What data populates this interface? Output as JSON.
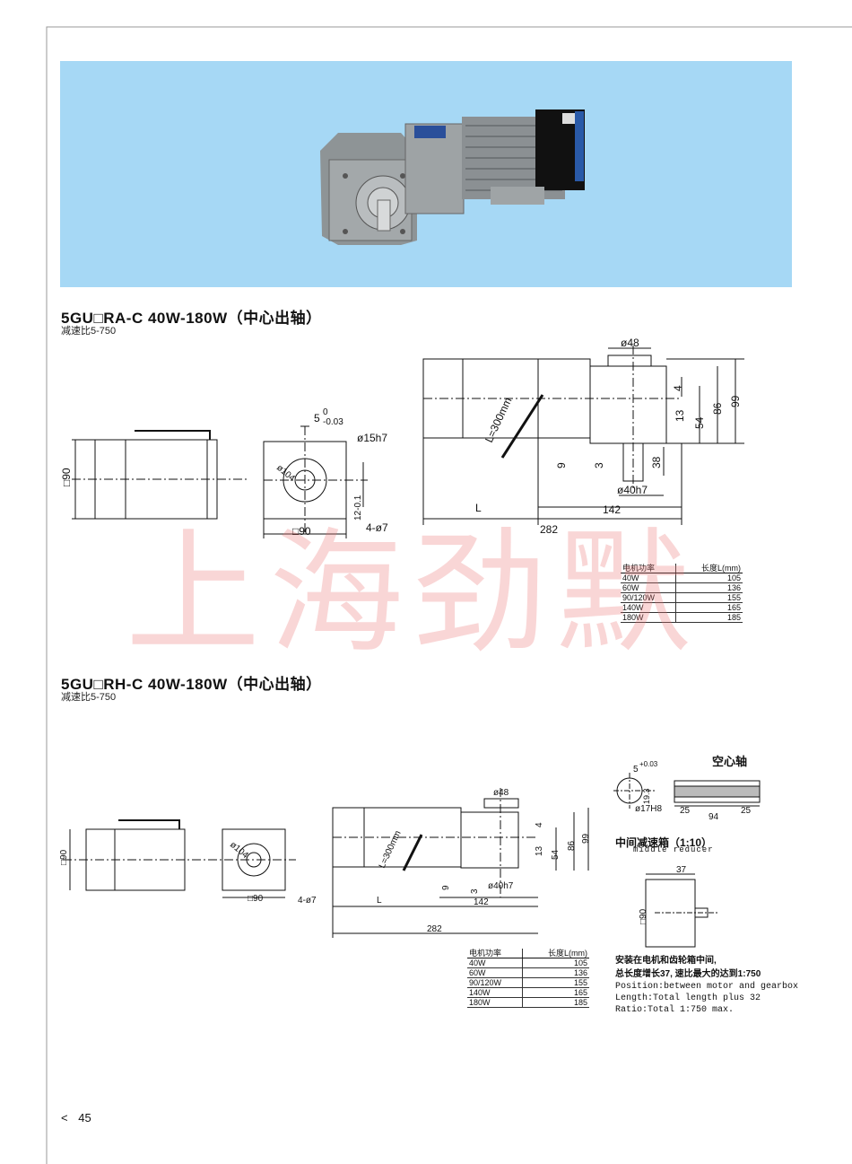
{
  "section1": {
    "title": "5GU□RA-C  40W-180W（中心出轴）",
    "subtitle": "减速比5-750",
    "dims": {
      "sq90_left": "□90",
      "key": "5",
      "key_tol": "0",
      "key_tol2": "-0.03",
      "shaft": "ø15h7",
      "pcd": "ø104",
      "offset": "12-0.1",
      "holes": "4-ø7",
      "sq90_bottom": "□90",
      "d48": "ø48",
      "d4": "4",
      "d13": "13",
      "d54": "54",
      "d86": "86",
      "d99": "99",
      "d9": "9",
      "d3": "3",
      "d38": "38",
      "d40": "ø40h7",
      "cable": "L=300mm",
      "L": "L",
      "d142": "142",
      "d282": "282"
    },
    "table": {
      "headers": [
        "电机功率",
        "长度L(mm)"
      ],
      "rows": [
        [
          "40W",
          "105"
        ],
        [
          "60W",
          "136"
        ],
        [
          "90/120W",
          "155"
        ],
        [
          "140W",
          "165"
        ],
        [
          "180W",
          "185"
        ]
      ]
    }
  },
  "section2": {
    "title": "5GU□RH-C  40W-180W（中心出轴）",
    "subtitle": "减速比5-750",
    "dims": {
      "sq90_left": "□90",
      "pcd": "ø104",
      "sq90_bottom": "□90",
      "holes": "4-ø7",
      "d48": "ø48",
      "d4": "4",
      "d13": "13",
      "d54": "54",
      "d86": "86",
      "d99": "99",
      "d9": "9",
      "d3": "3",
      "d40": "ø40h7",
      "cable": "L=300mm",
      "L": "L",
      "d142": "142",
      "d282": "282"
    },
    "table": {
      "headers": [
        "电机功率",
        "长度L(mm)"
      ],
      "rows": [
        [
          "40W",
          "105"
        ],
        [
          "60W",
          "136"
        ],
        [
          "90/120W",
          "155"
        ],
        [
          "140W",
          "165"
        ],
        [
          "180W",
          "185"
        ]
      ]
    },
    "hollow": {
      "title": "空心轴",
      "key": "5",
      "key_tol": "+0.03",
      "depth": "19.3",
      "bore": "ø17H8",
      "d25a": "25",
      "d94": "94",
      "d25b": "25"
    },
    "middle": {
      "title": "中间减速箱（1:10）",
      "subtitle": "middle reducer",
      "d37": "37",
      "sq90": "□90",
      "note_cn1": "安装在电机和齿轮箱中间,",
      "note_cn2": "总长度增长37, 速比最大的达到1:750",
      "note_en1": "Position:between motor and gearbox",
      "note_en2": "Length:Total length plus 32",
      "note_en3": "Ratio:Total 1:750 max."
    }
  },
  "watermark": "上海劲默",
  "page": {
    "arrow": "<",
    "number": "45"
  }
}
